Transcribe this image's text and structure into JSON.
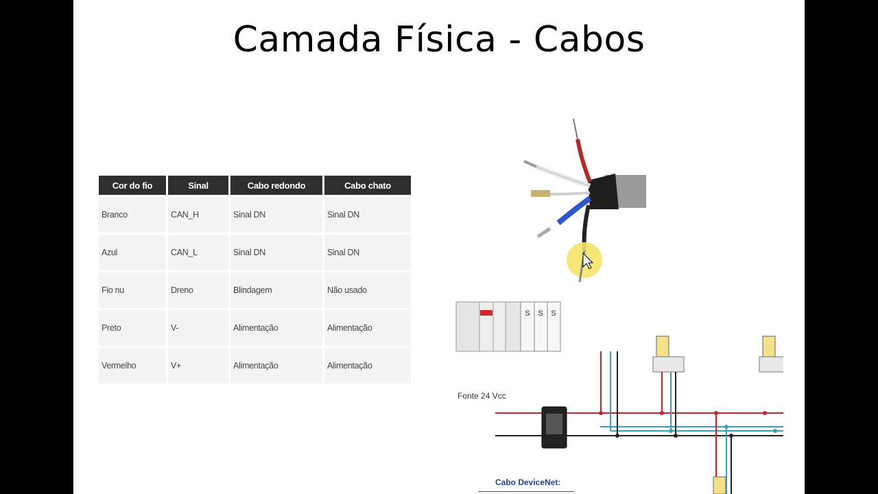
{
  "slide": {
    "title": "Camada Física - Cabos"
  },
  "table": {
    "headers": [
      "Cor do fio",
      "Sinal",
      "Cabo redondo",
      "Cabo chato"
    ],
    "rows": [
      [
        "Branco",
        "CAN_H",
        "Sinal DN",
        "Sinal DN"
      ],
      [
        "Azul",
        "CAN_L",
        "Sinal DN",
        "Sinal DN"
      ],
      [
        "Fio nu",
        "Dreno",
        "Blindagem",
        "Não usado"
      ],
      [
        "Preto",
        "V-",
        "Alimentação",
        "Alimentação"
      ],
      [
        "Vermelho",
        "V+",
        "Alimentação",
        "Alimentação"
      ]
    ]
  },
  "diagram": {
    "power_label": "Fonte 24  Vcc",
    "cable_label": "Cabo DeviceNet:",
    "module_labels": [
      "S",
      "S",
      "S"
    ],
    "colors": {
      "red_wire": "#c8202c",
      "blue_wire": "#3aa0b8",
      "black_wire": "#222222"
    }
  },
  "cursor": {
    "highlight_color": "#f5e46a"
  }
}
